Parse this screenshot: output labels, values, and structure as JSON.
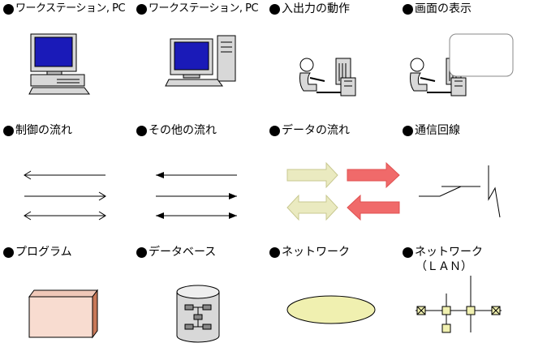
{
  "items": [
    {
      "label": "ワークステーション, PC"
    },
    {
      "label": "ワークステーション, PC"
    },
    {
      "label": "入出力の動作"
    },
    {
      "label": "画面の表示"
    },
    {
      "label": "制御の流れ"
    },
    {
      "label": "その他の流れ"
    },
    {
      "label": "データの流れ"
    },
    {
      "label": "通信回線"
    },
    {
      "label": "プログラム"
    },
    {
      "label": "データベース"
    },
    {
      "label": "ネットワーク"
    },
    {
      "label": "ネットワーク",
      "sublabel": "（ＬＡＮ）"
    }
  ],
  "colors": {
    "screen_blue": "#1a1ab8",
    "screen_bezel": "#d8d8d8",
    "program_fill": "#f8dcd0",
    "program_side": "#c87858",
    "database_fill": "#d8d8d8",
    "network_fill": "#f0f0b0",
    "flow_green": "#eaeac0",
    "flow_red": "#f06a6a",
    "lan_node": "#f0f0b0"
  }
}
